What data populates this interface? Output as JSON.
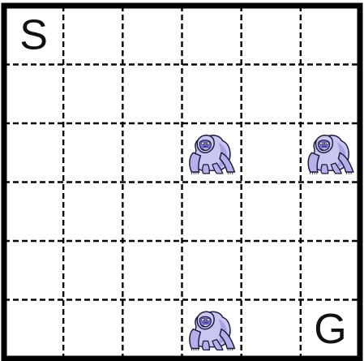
{
  "grid": {
    "rows": 6,
    "cols": 6,
    "border_color": "#000000",
    "line_color": "#000000",
    "line_style": "dashed"
  },
  "start": {
    "label": "S",
    "row": 0,
    "col": 0
  },
  "goal": {
    "label": "G",
    "row": 5,
    "col": 5
  },
  "obstacles": [
    {
      "kind": "gorilla",
      "icon": "gorilla-icon",
      "row": 2,
      "col": 3
    },
    {
      "kind": "gorilla",
      "icon": "gorilla-icon",
      "row": 2,
      "col": 5
    },
    {
      "kind": "gorilla",
      "icon": "gorilla-icon",
      "row": 5,
      "col": 3
    }
  ],
  "colors": {
    "gorilla_body": "#c9c7f2",
    "gorilla_shade": "#8f8bd6",
    "gorilla_face": "#7d72d8",
    "gorilla_outline": "#1c1a3a"
  }
}
